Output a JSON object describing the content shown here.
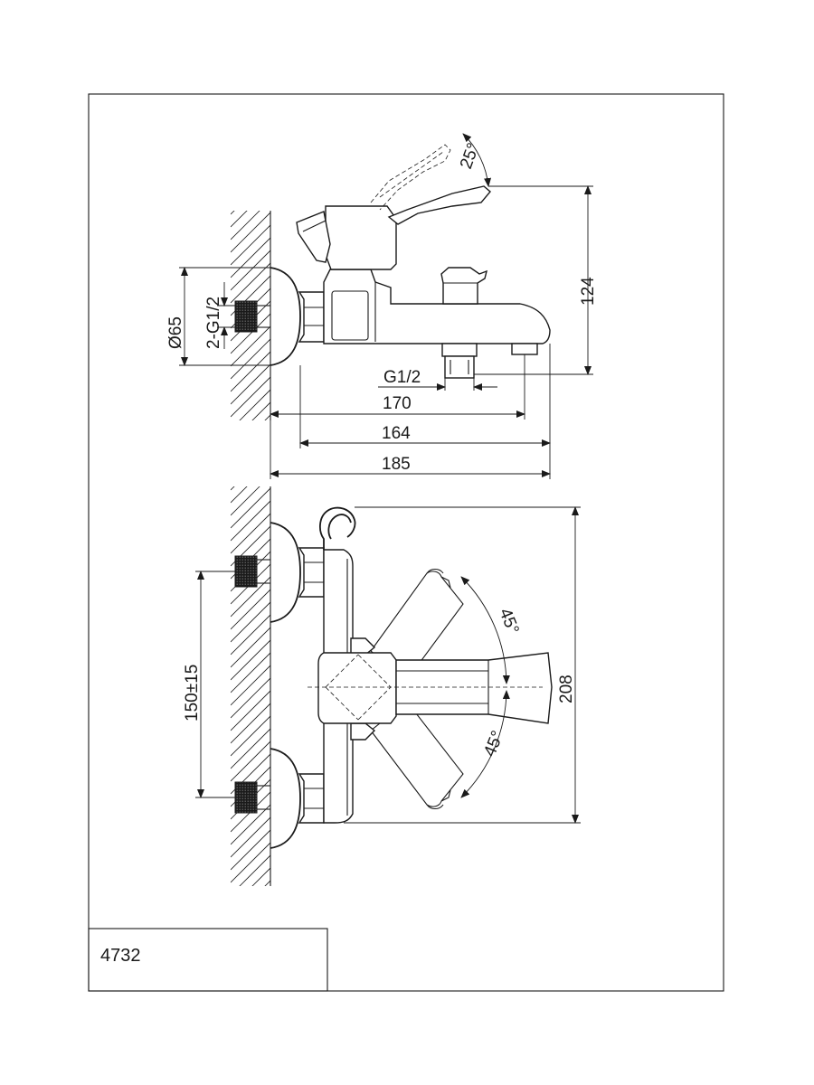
{
  "model_number": "4732",
  "dimensions": {
    "angle_top": "25°",
    "height_side": "124",
    "diameter_flange": "Ø65",
    "thread_inlet": "2-G1/2",
    "thread_outlet": "G1/2",
    "length_170": "170",
    "length_164": "164",
    "length_185": "185",
    "angle_upper": "45°",
    "angle_lower": "45°",
    "height_front": "208",
    "spacing": "150±15"
  }
}
